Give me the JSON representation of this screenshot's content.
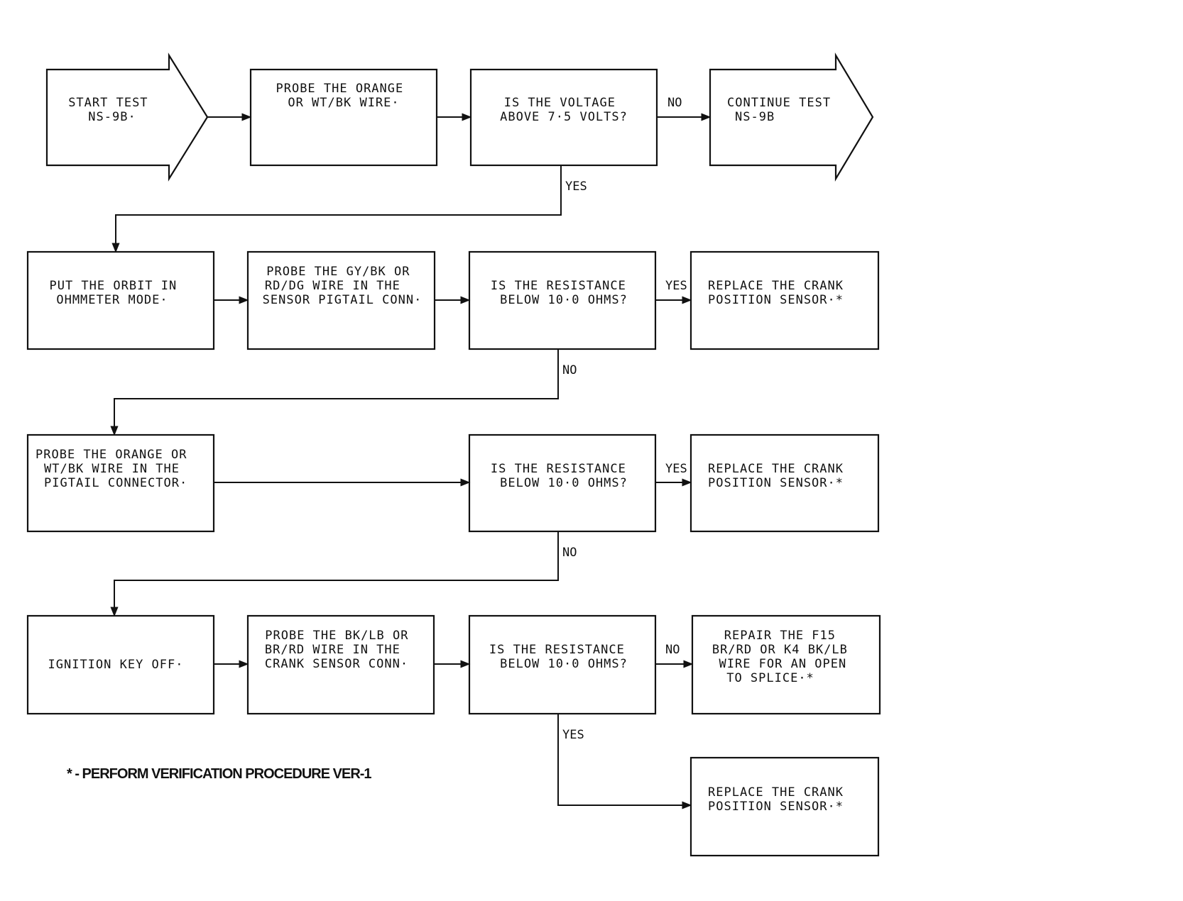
{
  "nodes": {
    "start": [
      "START TEST",
      "NS-9B·"
    ],
    "probe_orange": [
      "PROBE THE ORANGE",
      "OR WT/BK WIRE·"
    ],
    "q_voltage": [
      "IS THE VOLTAGE",
      "ABOVE 7·5 VOLTS?"
    ],
    "continue": [
      "CONTINUE TEST",
      "NS-9B"
    ],
    "orbit_ohm": [
      "PUT THE ORBIT IN",
      "OHMMETER MODE·"
    ],
    "probe_gybk": [
      "PROBE THE GY/BK OR",
      "RD/DG WIRE IN THE",
      "SENSOR PIGTAIL CONN·"
    ],
    "q_res1": [
      "IS THE RESISTANCE",
      "BELOW 10·0 OHMS?"
    ],
    "replace1": [
      "REPLACE THE CRANK",
      "POSITION SENSOR·*"
    ],
    "probe_pigtail": [
      "PROBE THE ORANGE OR",
      "WT/BK WIRE IN THE",
      "PIGTAIL CONNECTOR·"
    ],
    "q_res2": [
      "IS THE RESISTANCE",
      "BELOW 10·0 OHMS?"
    ],
    "replace2": [
      "REPLACE THE CRANK",
      "POSITION SENSOR·*"
    ],
    "ignition_off": [
      "IGNITION KEY OFF·"
    ],
    "probe_bklb": [
      "PROBE THE BK/LB OR",
      "BR/RD WIRE IN THE",
      "CRANK SENSOR CONN·"
    ],
    "q_res3": [
      "IS THE RESISTANCE",
      "BELOW 10·0 OHMS?"
    ],
    "repair": [
      "REPAIR THE F15",
      "BR/RD OR K4 BK/LB",
      "WIRE FOR AN OPEN",
      "TO SPLICE·*"
    ],
    "replace3": [
      "REPLACE THE CRANK",
      "POSITION SENSOR·*"
    ]
  },
  "edge_labels": {
    "voltage_no": "NO",
    "voltage_yes": "YES",
    "res1_yes": "YES",
    "res1_no": "NO",
    "res2_yes": "YES",
    "res2_no": "NO",
    "res3_no": "NO",
    "res3_yes": "YES"
  },
  "footnote": "* - PERFORM VERIFICATION PROCEDURE VER-1"
}
